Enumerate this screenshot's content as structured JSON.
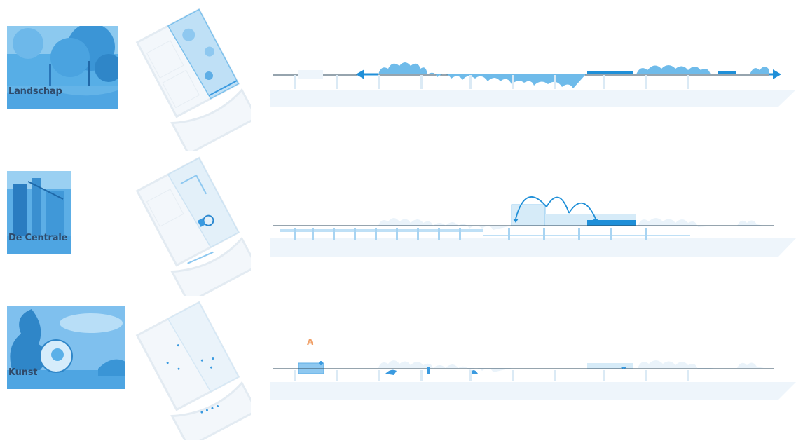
{
  "colors": {
    "photo_blue": "#4aa3e0",
    "photo_dark": "#2b7fc2",
    "label_text": "#2f4a6a",
    "accent_blue": "#1f8fd8",
    "light_blue": "#cfe6f6",
    "faint_blue": "#e8f3fb",
    "line": "#2e4a5e",
    "orange": "#f0a068"
  },
  "rows": [
    {
      "id": "landschap",
      "label": "Landschap"
    },
    {
      "id": "centrale",
      "label": "De Centrale"
    },
    {
      "id": "kunst",
      "label": "Kunst",
      "marker": "A"
    }
  ],
  "icons": {
    "arrow_left": "arrow-left-icon",
    "arrow_right": "arrow-right-icon",
    "arc_arrows": "arc-arrow-icon",
    "art_objects": "sculpture-icon"
  }
}
